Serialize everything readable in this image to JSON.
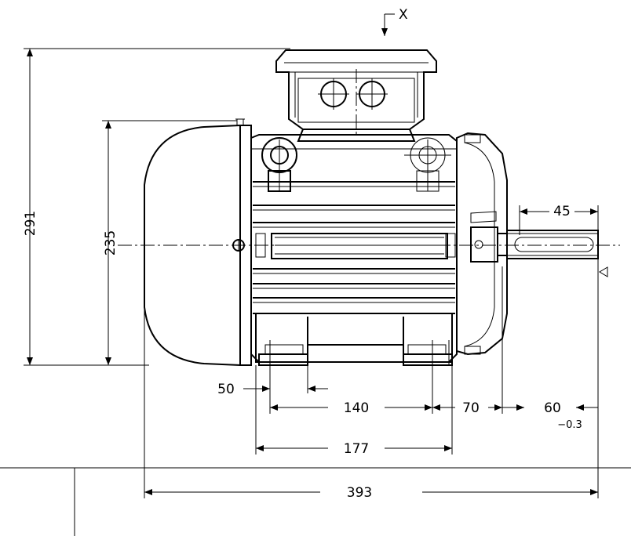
{
  "labels": {
    "section_marker": "X",
    "dim_291": "291",
    "dim_235": "235",
    "dim_45": "45",
    "dim_50": "50",
    "dim_140": "140",
    "dim_70": "70",
    "dim_60": "60",
    "dim_60_tol": "−0.3",
    "dim_177": "177",
    "dim_393": "393"
  }
}
